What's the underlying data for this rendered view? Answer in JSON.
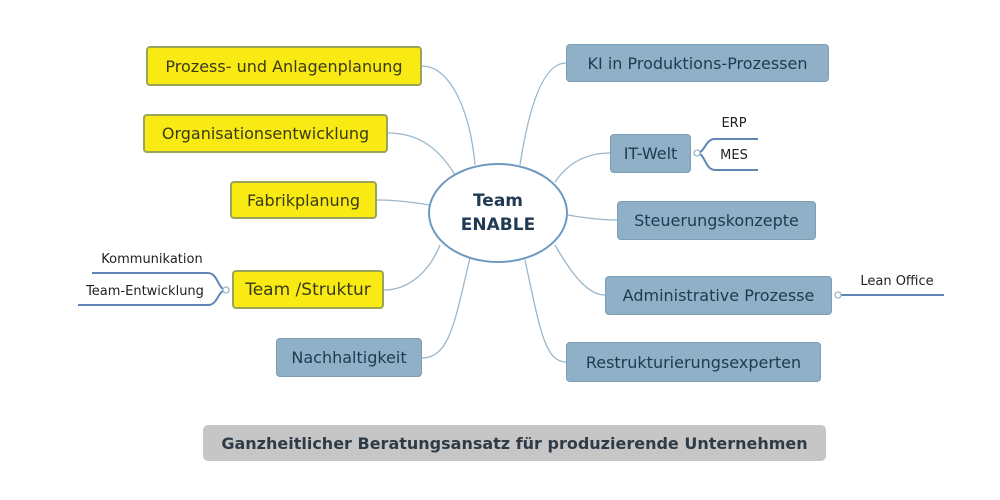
{
  "center": {
    "line1": "Team",
    "line2": "ENABLE"
  },
  "left": [
    "Prozess- und Anlagenplanung",
    "Organisationsentwicklung",
    "Fabrikplanung",
    "Team /Struktur",
    "Nachhaltigkeit"
  ],
  "right": [
    "KI in Produktions-Prozessen",
    "IT-Welt",
    "Steuerungskonzepte",
    "Administrative Prozesse",
    "Restrukturierungsexperten"
  ],
  "subs": {
    "it_welt": [
      "ERP",
      "MES"
    ],
    "team_struktur": [
      "Kommunikation",
      "Team-Entwicklung"
    ],
    "administrative": [
      "Lean Office"
    ]
  },
  "footer": "Ganzheitlicher Beratungsansatz für produzierende Unternehmen",
  "colors": {
    "yellow": "#f8ea12",
    "blue": "#8fb0c7",
    "line": "#8aaac4"
  }
}
